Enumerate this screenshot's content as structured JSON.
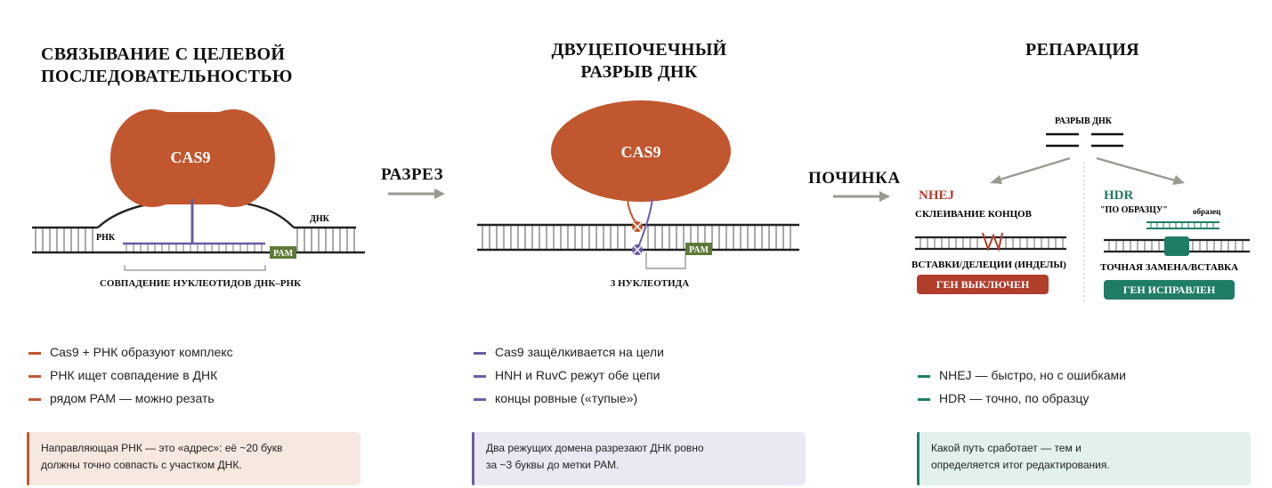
{
  "colors": {
    "cas9": "#c1572f",
    "guide": "#6b5aa6",
    "pam": "#5d7a37",
    "nhej": "#b13d2b",
    "hdr": "#1f7d66",
    "arrow": "#9a9a92",
    "note1_bg": "#f6e7e0",
    "note2_bg": "#ebe8f4",
    "note3_bg": "#e3f1ec"
  },
  "panel1": {
    "title_line1": "СВЯЗЫВАНИЕ С ЦЕЛЕВОЙ",
    "title_line2": "ПОСЛЕДОВАТЕЛЬНОСТЬЮ",
    "cas9_label": "CAS9",
    "rna_label": "РНК",
    "dna_label": "ДНК",
    "pam_label": "PAM",
    "caption": "СОВПАДЕНИЕ НУКЛЕОТИДОВ ДНК–РНК",
    "bullets": [
      "Cas9 + РНК образуют комплекс",
      "РНК ищет совпадение в ДНК",
      "рядом PAM — можно резать"
    ],
    "note_line1": "Направляющая РНК — это «адрес»: её ~20 букв",
    "note_line2": "должны точно совпасть с участком ДНК."
  },
  "arrow1_label": "РАЗРЕЗ",
  "arrow2_label": "ПОЧИНКА",
  "panel2": {
    "title_line1": "ДВУЦЕПОЧЕЧНЫЙ",
    "title_line2": "РАЗРЫВ ДНК",
    "cas9_label": "CAS9",
    "pam_label": "PAM",
    "caption": "3 НУКЛЕОТИДА",
    "bullets": [
      "Cas9 защёлкивается на цели",
      "HNH и RuvC режут обе цепи",
      "концы ровные («тупые»)"
    ],
    "note_line1": "Два режущих домена разрезают ДНК ровно",
    "note_line2": "за ~3 буквы до метки PAM."
  },
  "panel3": {
    "title": "РЕПАРАЦИЯ",
    "break_label": "РАЗРЫВ ДНК",
    "nhej_title": "NHEJ",
    "nhej_subtitle": "СКЛЕИВАНИЕ КОНЦОВ",
    "nhej_caption": "ВСТАВКИ/ДЕЛЕЦИИ (ИНДЕЛЫ)",
    "nhej_result": "ГЕН ВЫКЛЮЧЕН",
    "hdr_title": "HDR",
    "hdr_subtitle": "\"ПО ОБРАЗЦУ\"",
    "template_label": "образец",
    "hdr_caption": "ТОЧНАЯ ЗАМЕНА/ВСТАВКА",
    "hdr_result": "ГЕН ИСПРАВЛЕН",
    "bullets": [
      "NHEJ — быстро, но с ошибками",
      "HDR — точно, по образцу"
    ],
    "note_line1": "Какой путь сработает — тем и",
    "note_line2": "определяется итог редактирования."
  }
}
